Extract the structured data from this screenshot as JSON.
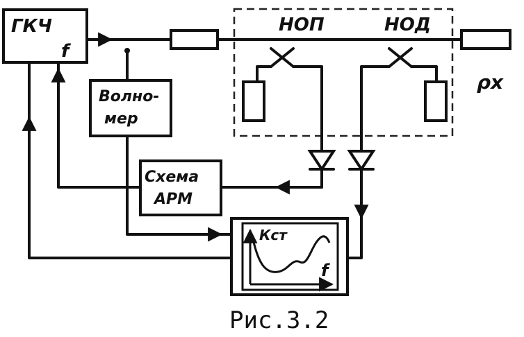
{
  "labels": {
    "gkch": "ГКЧ",
    "gkch_f": "f",
    "volnomer_line1": "Волно-",
    "volnomer_line2": "мер",
    "skhema_line1": "Схема",
    "skhema_line2": "АРМ",
    "nop": "НОП",
    "nod": "НОД",
    "rho_x": "ρx",
    "kst": "Кст",
    "osc_f": "f"
  },
  "caption": "Рис.3.2"
}
